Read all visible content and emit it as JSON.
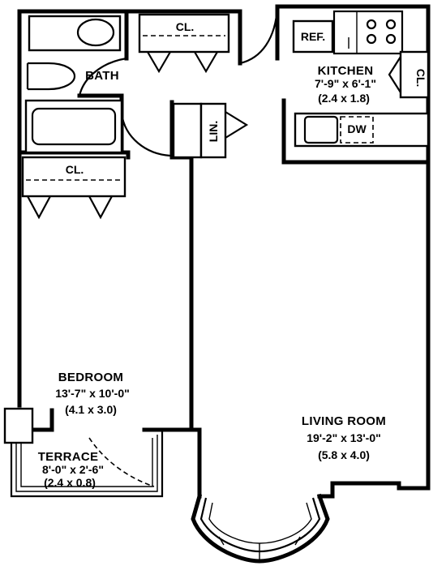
{
  "plan": {
    "rooms": {
      "bath": {
        "name": "BATH"
      },
      "kitchen": {
        "name": "KITCHEN",
        "dim_imperial": "7'-9\" x 6'-1\"",
        "dim_metric": "(2.4 x 1.8)"
      },
      "bedroom": {
        "name": "BEDROOM",
        "dim_imperial": "13'-7\" x 10'-0\"",
        "dim_metric": "(4.1 x 3.0)"
      },
      "living": {
        "name": "LIVING ROOM",
        "dim_imperial": "19'-2\" x 13'-0\"",
        "dim_metric": "(5.8 x 4.0)"
      },
      "terrace": {
        "name": "TERRACE",
        "dim_imperial": "8'-0\" x 2'-6\"",
        "dim_metric": "(2.4 x 0.8)"
      }
    },
    "fixtures": {
      "closet_top": "CL.",
      "closet_bedroom": "CL.",
      "closet_kitchen": "CL.",
      "linen": "LIN.",
      "refrigerator": "REF.",
      "dishwasher": "DW"
    }
  }
}
